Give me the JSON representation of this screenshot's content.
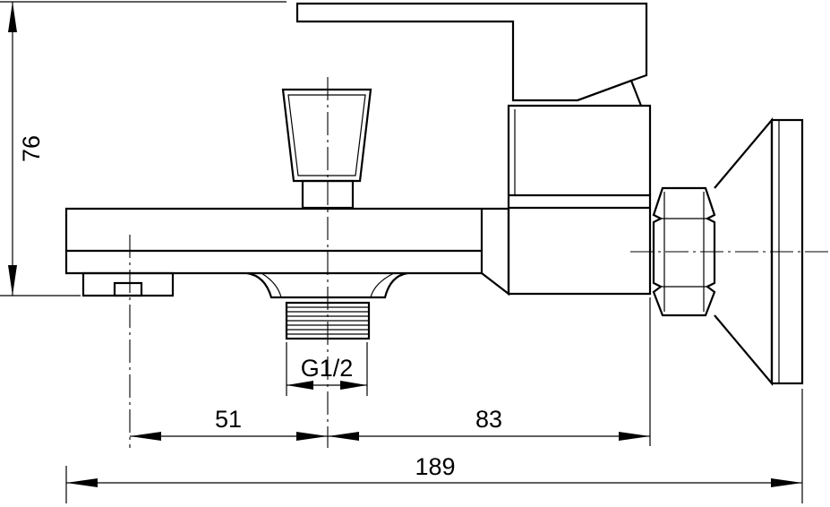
{
  "dimensions": {
    "height": "76",
    "thread": "G1/2",
    "spout_offset": "51",
    "wall_offset": "83",
    "overall_length": "189"
  }
}
